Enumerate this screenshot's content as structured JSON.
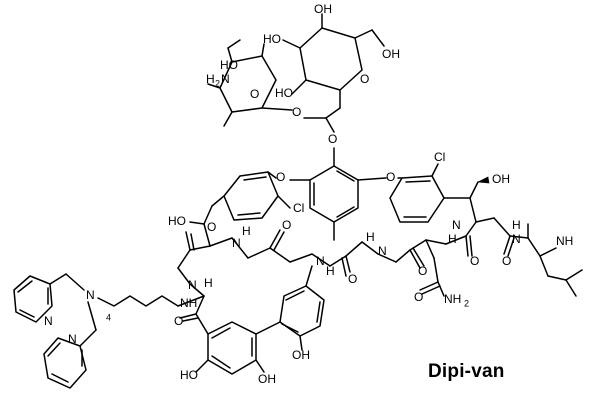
{
  "compound": {
    "name": "Dipi-van"
  },
  "labels": {
    "sugar_oh_top": "OH",
    "sugar_ho_left": "HO",
    "sugar_ho_mid": "HO",
    "sugar_oh_ch2": "OH",
    "sugar_ring_o": "O",
    "vancosamine_ho": "HO",
    "vancosamine_h2n": "H",
    "vancosamine_h2n_sub": "2",
    "vancosamine_h2n_n": "N",
    "vancosamine_ring_o": "O",
    "glycosidic_o_1": "O",
    "glycosidic_o_2": "O",
    "ether_o_left": "O",
    "ether_o_right": "O",
    "cl_left": "Cl",
    "cl_right": "Cl",
    "benzylic_ho": "HO",
    "benzylic_oh": "OH",
    "amide_o_1": "O",
    "amide_o_2": "O",
    "amide_o_3": "O",
    "amide_o_4": "O",
    "amide_o_5": "O",
    "amide_o_6": "O",
    "amide_o_7": "O",
    "nh_1": "N",
    "nh_1_h": "H",
    "nh_2": "N",
    "nh_2_h": "H",
    "nh_3": "N",
    "nh_3_h": "H",
    "nh_4": "N",
    "nh_4_h": "H",
    "nh_5": "N",
    "nh_5_h": "H",
    "nh_6": "N",
    "nh_6_h": "H",
    "nh_methyl": "NH",
    "nh_linker": "NH",
    "amine_n": "N",
    "pyridine_n_1": "N",
    "pyridine_n_2": "N",
    "chain_subscript": "4",
    "asn_nh2": "NH",
    "asn_nh2_sub": "2",
    "asn_o": "O",
    "phenol_ho_1": "HO",
    "phenol_oh_1": "OH",
    "phenol_oh_2": "OH"
  }
}
